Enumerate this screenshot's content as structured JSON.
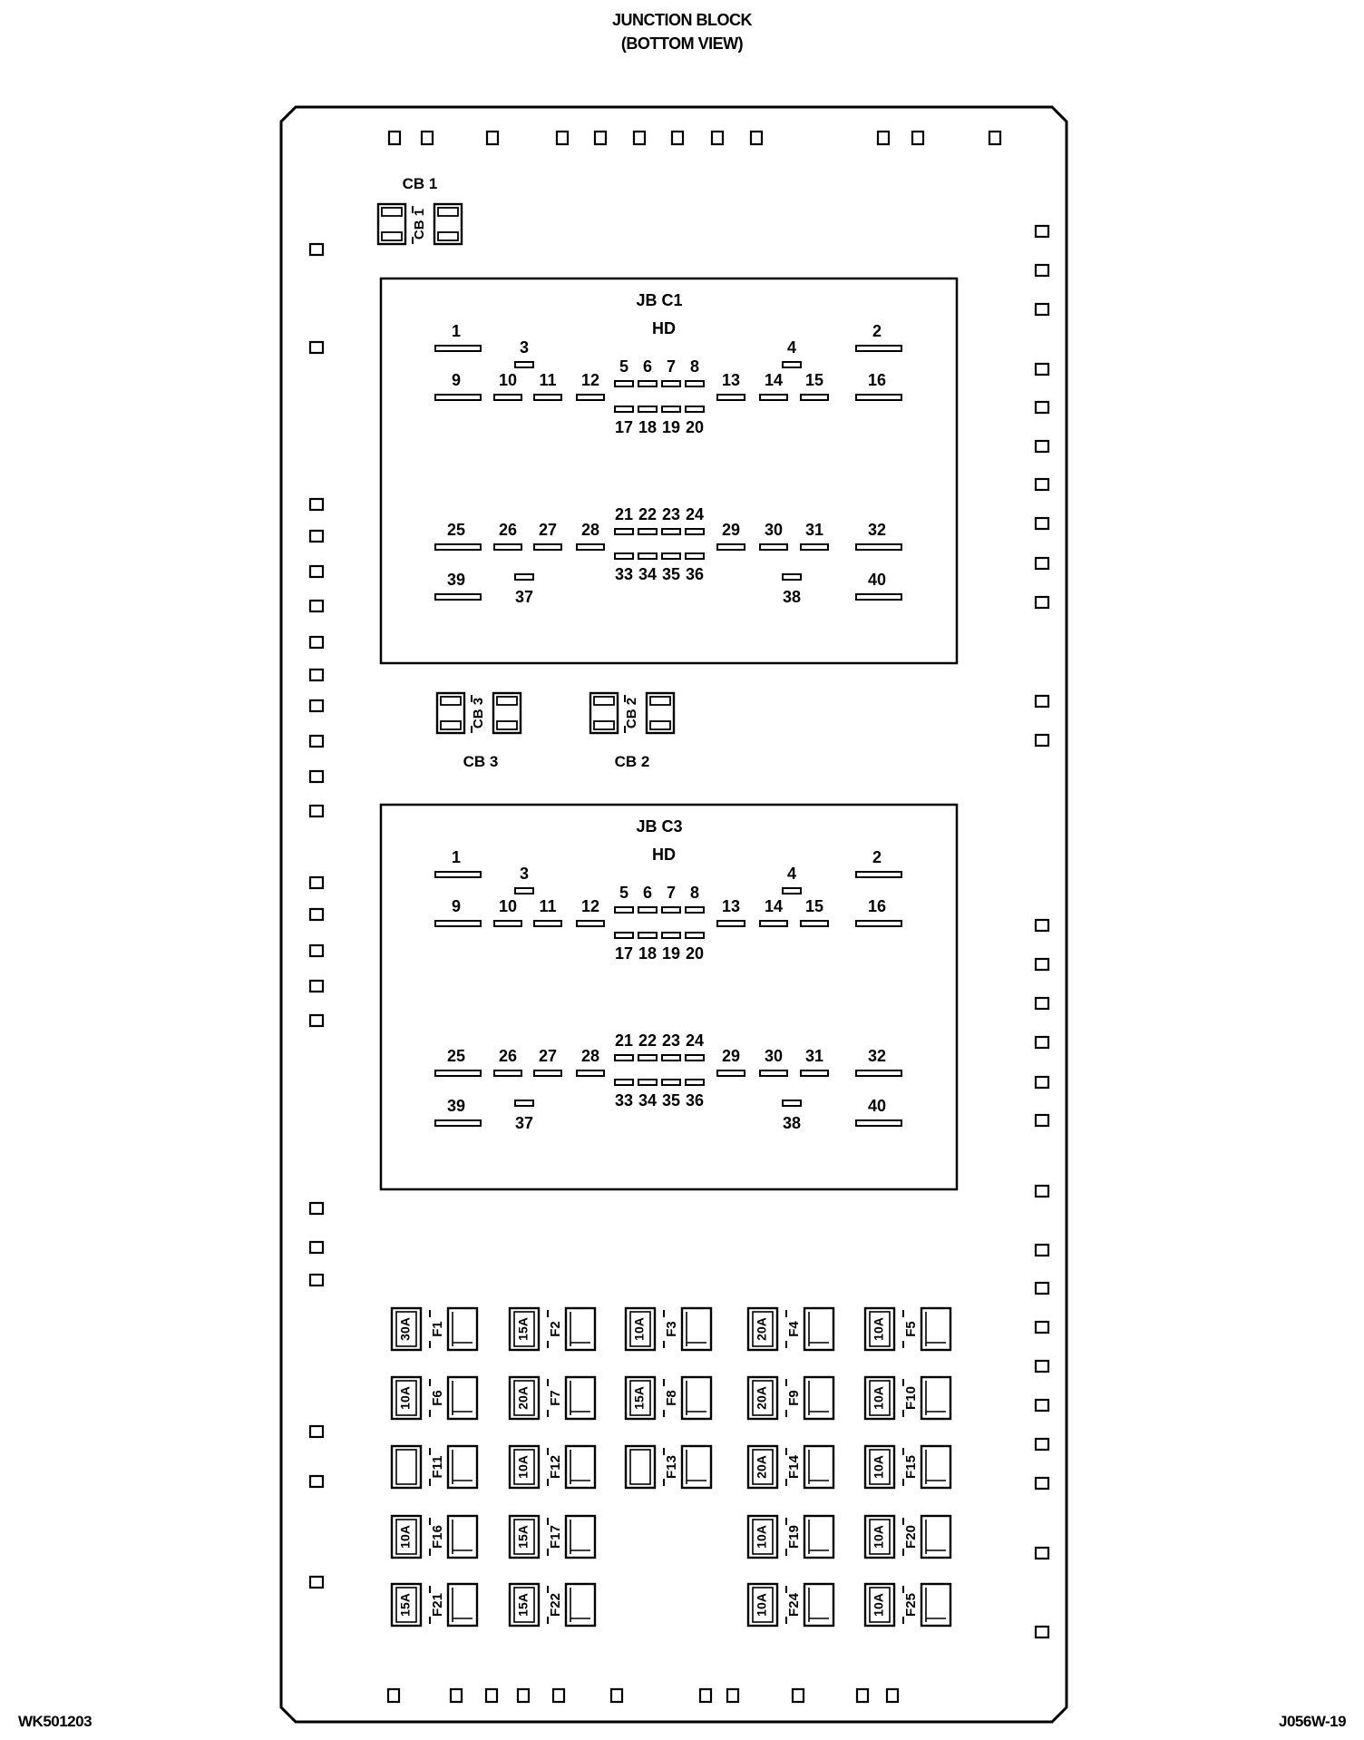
{
  "title": {
    "line1": "JUNCTION BLOCK",
    "line2": "(BOTTOM VIEW)"
  },
  "figure_ids": {
    "left": "WK501203",
    "right": "J056W-19"
  },
  "circuit_breakers": {
    "cb1": "CB 1",
    "cb2": "CB 2",
    "cb3": "CB 3",
    "cb1_vertical": "CB 1",
    "cb2_vertical": "CB 2",
    "cb3_vertical": "CB 3"
  },
  "connectors": [
    {
      "name": "JB C1",
      "sub": "HD",
      "pins": [
        "1",
        "2",
        "3",
        "4",
        "5",
        "6",
        "7",
        "8",
        "9",
        "10",
        "11",
        "12",
        "13",
        "14",
        "15",
        "16",
        "17",
        "18",
        "19",
        "20",
        "21",
        "22",
        "23",
        "24",
        "25",
        "26",
        "27",
        "28",
        "29",
        "30",
        "31",
        "32",
        "33",
        "34",
        "35",
        "36",
        "37",
        "38",
        "39",
        "40"
      ]
    },
    {
      "name": "JB C3",
      "sub": "HD",
      "pins": [
        "1",
        "2",
        "3",
        "4",
        "5",
        "6",
        "7",
        "8",
        "9",
        "10",
        "11",
        "12",
        "13",
        "14",
        "15",
        "16",
        "17",
        "18",
        "19",
        "20",
        "21",
        "22",
        "23",
        "24",
        "25",
        "26",
        "27",
        "28",
        "29",
        "30",
        "31",
        "32",
        "33",
        "34",
        "35",
        "36",
        "37",
        "38",
        "39",
        "40"
      ]
    }
  ],
  "fuses": [
    {
      "id": "F1",
      "rating": "30A"
    },
    {
      "id": "F2",
      "rating": "15A"
    },
    {
      "id": "F3",
      "rating": "10A"
    },
    {
      "id": "F4",
      "rating": "20A"
    },
    {
      "id": "F5",
      "rating": "10A"
    },
    {
      "id": "F6",
      "rating": "10A"
    },
    {
      "id": "F7",
      "rating": "20A"
    },
    {
      "id": "F8",
      "rating": "15A"
    },
    {
      "id": "F9",
      "rating": "20A"
    },
    {
      "id": "F10",
      "rating": "10A"
    },
    {
      "id": "F11",
      "rating": ""
    },
    {
      "id": "F12",
      "rating": "10A"
    },
    {
      "id": "F13",
      "rating": ""
    },
    {
      "id": "F14",
      "rating": "20A"
    },
    {
      "id": "F15",
      "rating": "10A"
    },
    {
      "id": "F16",
      "rating": "10A"
    },
    {
      "id": "F17",
      "rating": "15A"
    },
    {
      "id": "F19",
      "rating": "10A"
    },
    {
      "id": "F20",
      "rating": "10A"
    },
    {
      "id": "F21",
      "rating": "15A"
    },
    {
      "id": "F22",
      "rating": "15A"
    },
    {
      "id": "F24",
      "rating": "10A"
    },
    {
      "id": "F25",
      "rating": "10A"
    }
  ]
}
